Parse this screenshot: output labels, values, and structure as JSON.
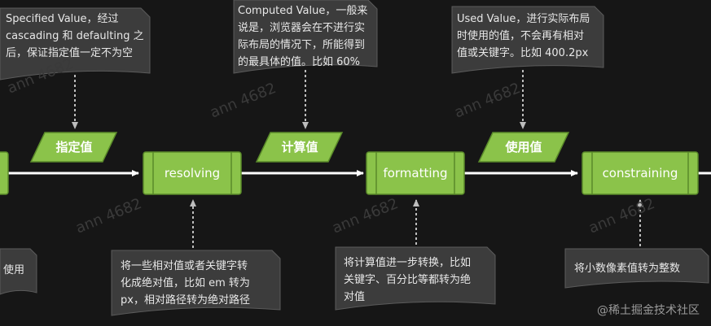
{
  "colors": {
    "background": "#161616",
    "node_fill": "#8bc34a",
    "node_border": "#5a8a2a",
    "note_fill": "#3c3c3c",
    "note_border": "#5b5b5b",
    "line": "#ffffff",
    "dashed": "#bdbdbd"
  },
  "notes": {
    "specified": "Specified Value，经过\ncascading 和 defaulting 之\n后，保证指定值一定不为空",
    "computed": "Computed Value，一般来\n说是，浏览器会在不进行实\n际布局的情况下，所能得到\n的最具体的值。比如 60%",
    "used": "Used Value，进行实际布局\n时使用的值，不会再有相对\n值或关键字。比如 400.2px",
    "left_partial": "使用",
    "resolving": "将一些相对值或者关键字转\n化成绝对值，比如 em 转为\npx，相对路径转为绝对路径",
    "formatting": "将计算值进一步转换，比如\n关键字、百分比等都转为绝\n对值",
    "constraining": "将小数像素值转为整数"
  },
  "values": {
    "specified": "指定值",
    "computed": "计算值",
    "used": "使用值"
  },
  "processes": {
    "resolving": "resolving",
    "formatting": "formatting",
    "constraining": "constraining"
  },
  "watermark": "ann 4682",
  "credit": "@稀土掘金技术社区"
}
